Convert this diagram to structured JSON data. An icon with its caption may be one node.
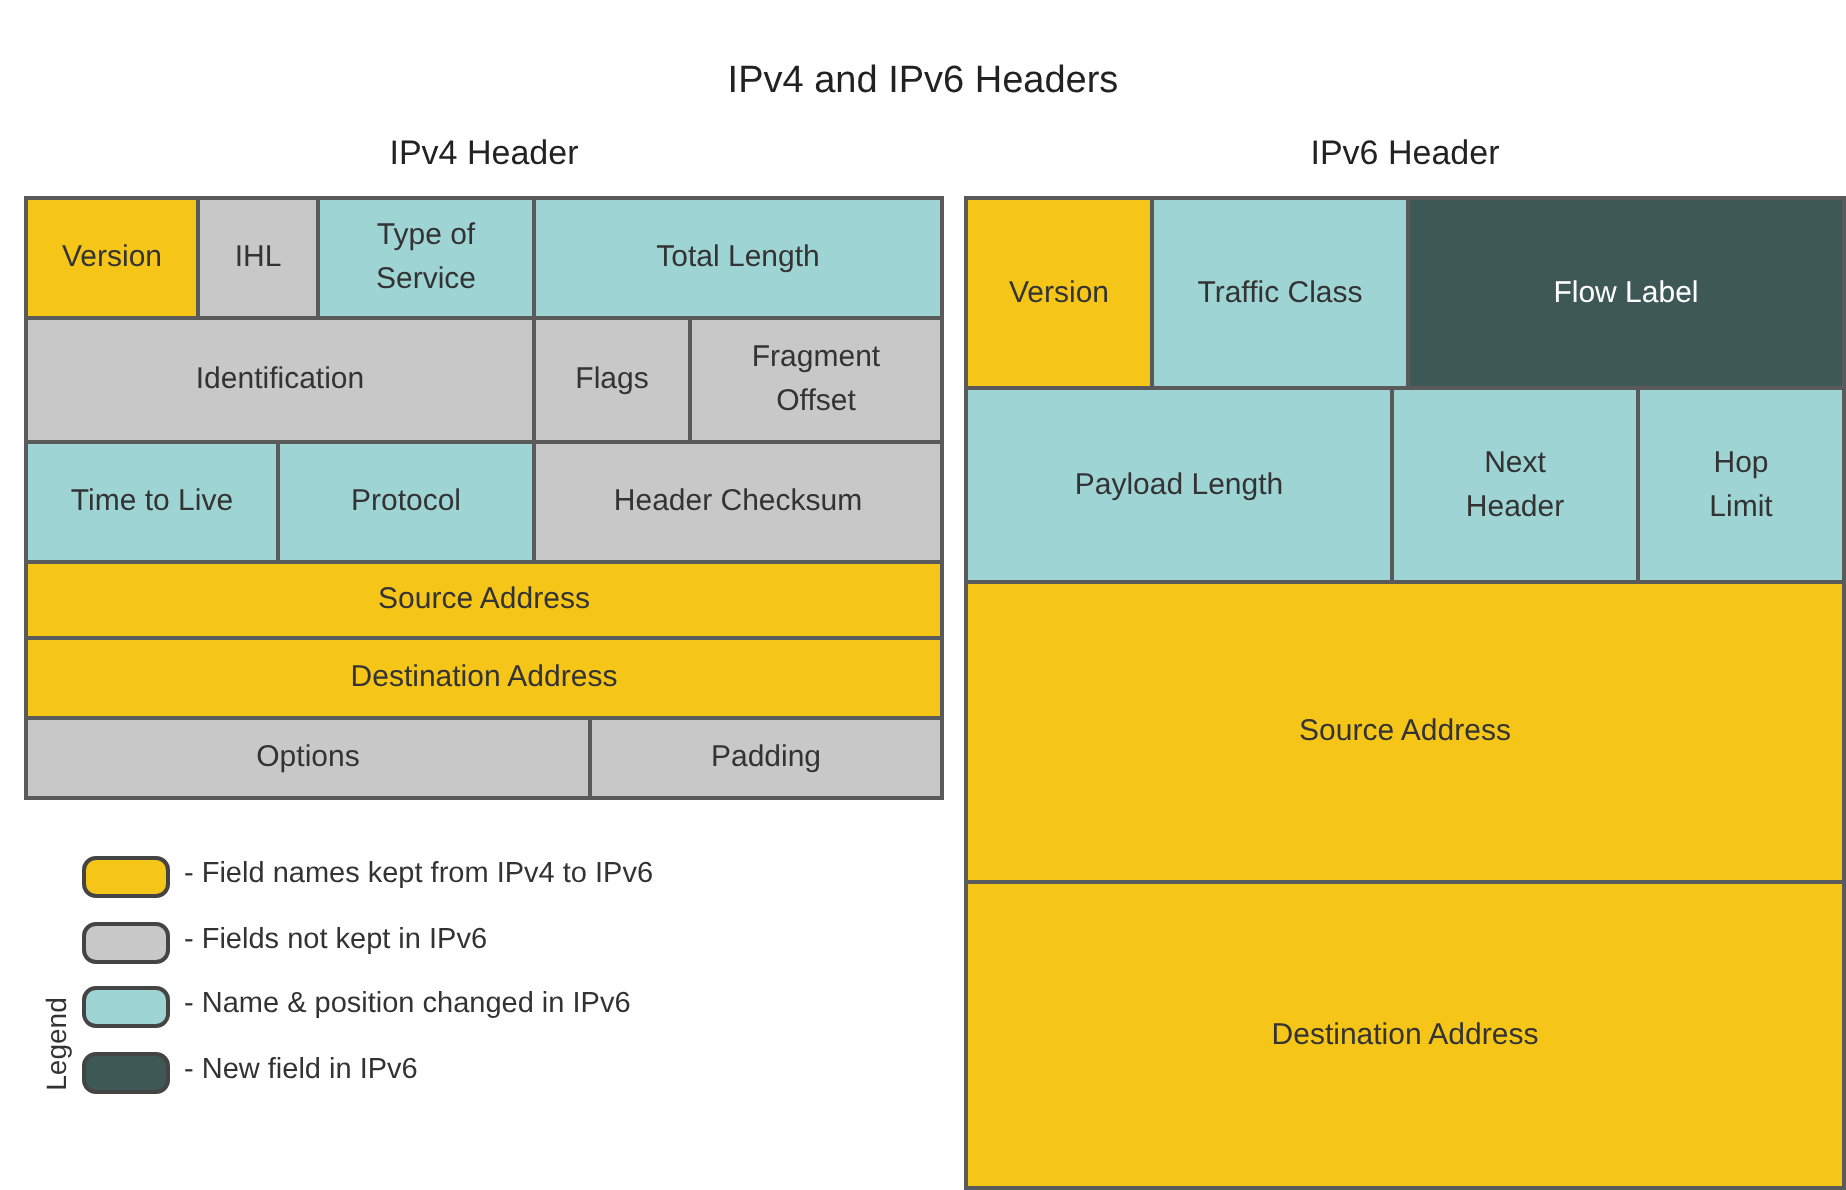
{
  "diagram": {
    "title": "IPv4 and IPv6 Headers",
    "nodes": [
      {
        "text": [
          "IPv4 Header"
        ]
      },
      {
        "text": [
          "Version"
        ],
        "in": 0
      },
      {
        "text": [
          "IHL"
        ],
        "in": 0
      },
      {
        "text": [
          "Type of Service"
        ],
        "in": 0
      },
      {
        "text": [
          "Total Length"
        ],
        "in": 0
      },
      {
        "text": [
          "Identification"
        ],
        "in": 0
      },
      {
        "text": [
          "Flags"
        ],
        "in": 0
      },
      {
        "text": [
          "Fragment Offset"
        ],
        "in": 0
      },
      {
        "text": [
          "Time to Live"
        ],
        "in": 0
      },
      {
        "text": [
          "Protocol"
        ],
        "in": 0
      },
      {
        "text": [
          "Header Checksum"
        ],
        "in": 0
      },
      {
        "text": [
          "Source Address"
        ],
        "in": 0
      },
      {
        "text": [
          "Destination Address"
        ],
        "in": 0
      },
      {
        "text": [
          "Options"
        ],
        "in": 0
      },
      {
        "text": [
          "Padding"
        ],
        "in": 0
      },
      {
        "text": [
          "IPv6 Header"
        ]
      },
      {
        "text": [
          "Version"
        ],
        "in": 15
      },
      {
        "text": [
          "Traffic Class"
        ],
        "in": 15
      },
      {
        "text": [
          "Flow Label"
        ],
        "in": 15
      },
      {
        "text": [
          "Payload Length"
        ],
        "in": 15
      },
      {
        "text": [
          "Next Header"
        ],
        "in": 15
      },
      {
        "text": [
          "Hop Limit"
        ],
        "in": 15
      },
      {
        "text": [
          "Source Address"
        ],
        "in": 15
      },
      {
        "text": [
          "Destination Address"
        ],
        "in": 15
      }
    ],
    "labels": [
      "Legend"
    ],
    "legend": [
      {
        "text": "- Field names kept from IPv4 to IPv6",
        "color": "#f5c518"
      },
      {
        "text": "- Fields not kept in IPv6",
        "color": "#c8c8c8"
      },
      {
        "text": "- Name & position changed in IPv6",
        "color": "#9fd4d4"
      },
      {
        "text": "- New field in IPv6",
        "color": "#3e5856"
      }
    ]
  }
}
